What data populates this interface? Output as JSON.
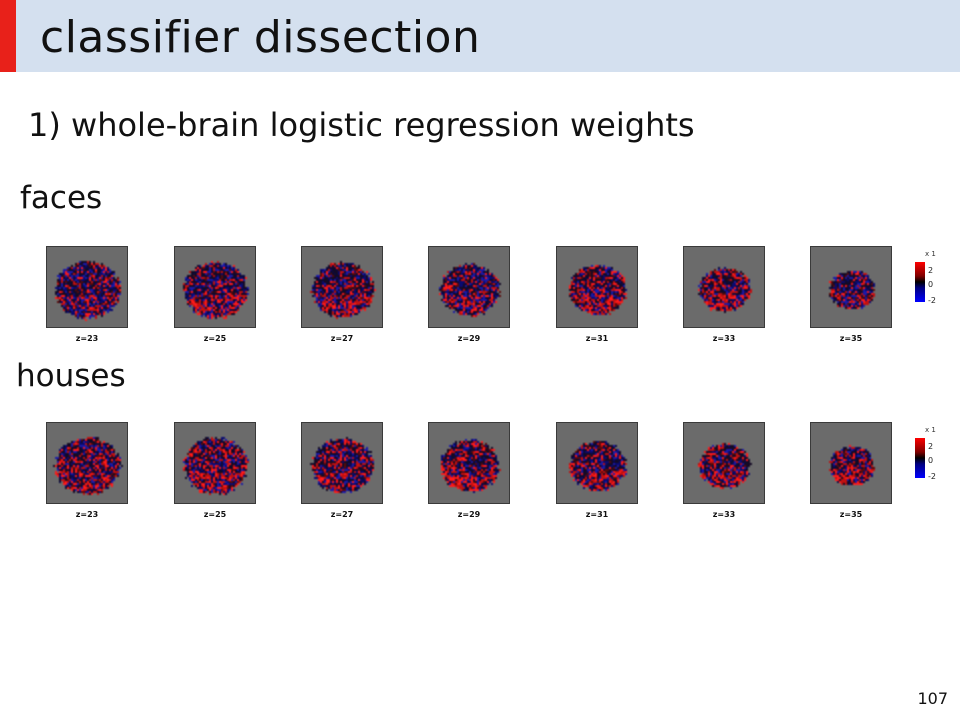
{
  "slide": {
    "title": "classifier dissection",
    "subtitle": "1) whole-brain logistic regression weights",
    "page_number": "107"
  },
  "colors": {
    "title_bar": "#d4e0ef",
    "accent": "#e8211a",
    "positive": "#ff0000",
    "negative": "#0000ff"
  },
  "rows": [
    {
      "label": "faces",
      "slices": [
        {
          "label": "z=23",
          "seed": 11,
          "shape": 0.95,
          "red_bias": 0.35
        },
        {
          "label": "z=25",
          "seed": 12,
          "shape": 0.93,
          "red_bias": 0.45
        },
        {
          "label": "z=27",
          "seed": 13,
          "shape": 0.9,
          "red_bias": 0.5
        },
        {
          "label": "z=29",
          "seed": 14,
          "shape": 0.85,
          "red_bias": 0.4
        },
        {
          "label": "z=31",
          "seed": 15,
          "shape": 0.82,
          "red_bias": 0.55
        },
        {
          "label": "z=33",
          "seed": 16,
          "shape": 0.72,
          "red_bias": 0.55
        },
        {
          "label": "z=35",
          "seed": 17,
          "shape": 0.62,
          "red_bias": 0.35
        }
      ],
      "colorbar": {
        "scale": "x 1",
        "ticks": [
          "2",
          "0",
          "-2"
        ]
      }
    },
    {
      "label": "houses",
      "slices": [
        {
          "label": "z=23",
          "seed": 21,
          "shape": 0.95,
          "red_bias": 0.5
        },
        {
          "label": "z=25",
          "seed": 22,
          "shape": 0.93,
          "red_bias": 0.55
        },
        {
          "label": "z=27",
          "seed": 23,
          "shape": 0.9,
          "red_bias": 0.5
        },
        {
          "label": "z=29",
          "seed": 24,
          "shape": 0.85,
          "red_bias": 0.55
        },
        {
          "label": "z=31",
          "seed": 25,
          "shape": 0.82,
          "red_bias": 0.5
        },
        {
          "label": "z=33",
          "seed": 26,
          "shape": 0.72,
          "red_bias": 0.5
        },
        {
          "label": "z=35",
          "seed": 27,
          "shape": 0.62,
          "red_bias": 0.65
        }
      ],
      "colorbar": {
        "scale": "x 1",
        "ticks": [
          "2",
          "0",
          "-2"
        ]
      }
    }
  ]
}
